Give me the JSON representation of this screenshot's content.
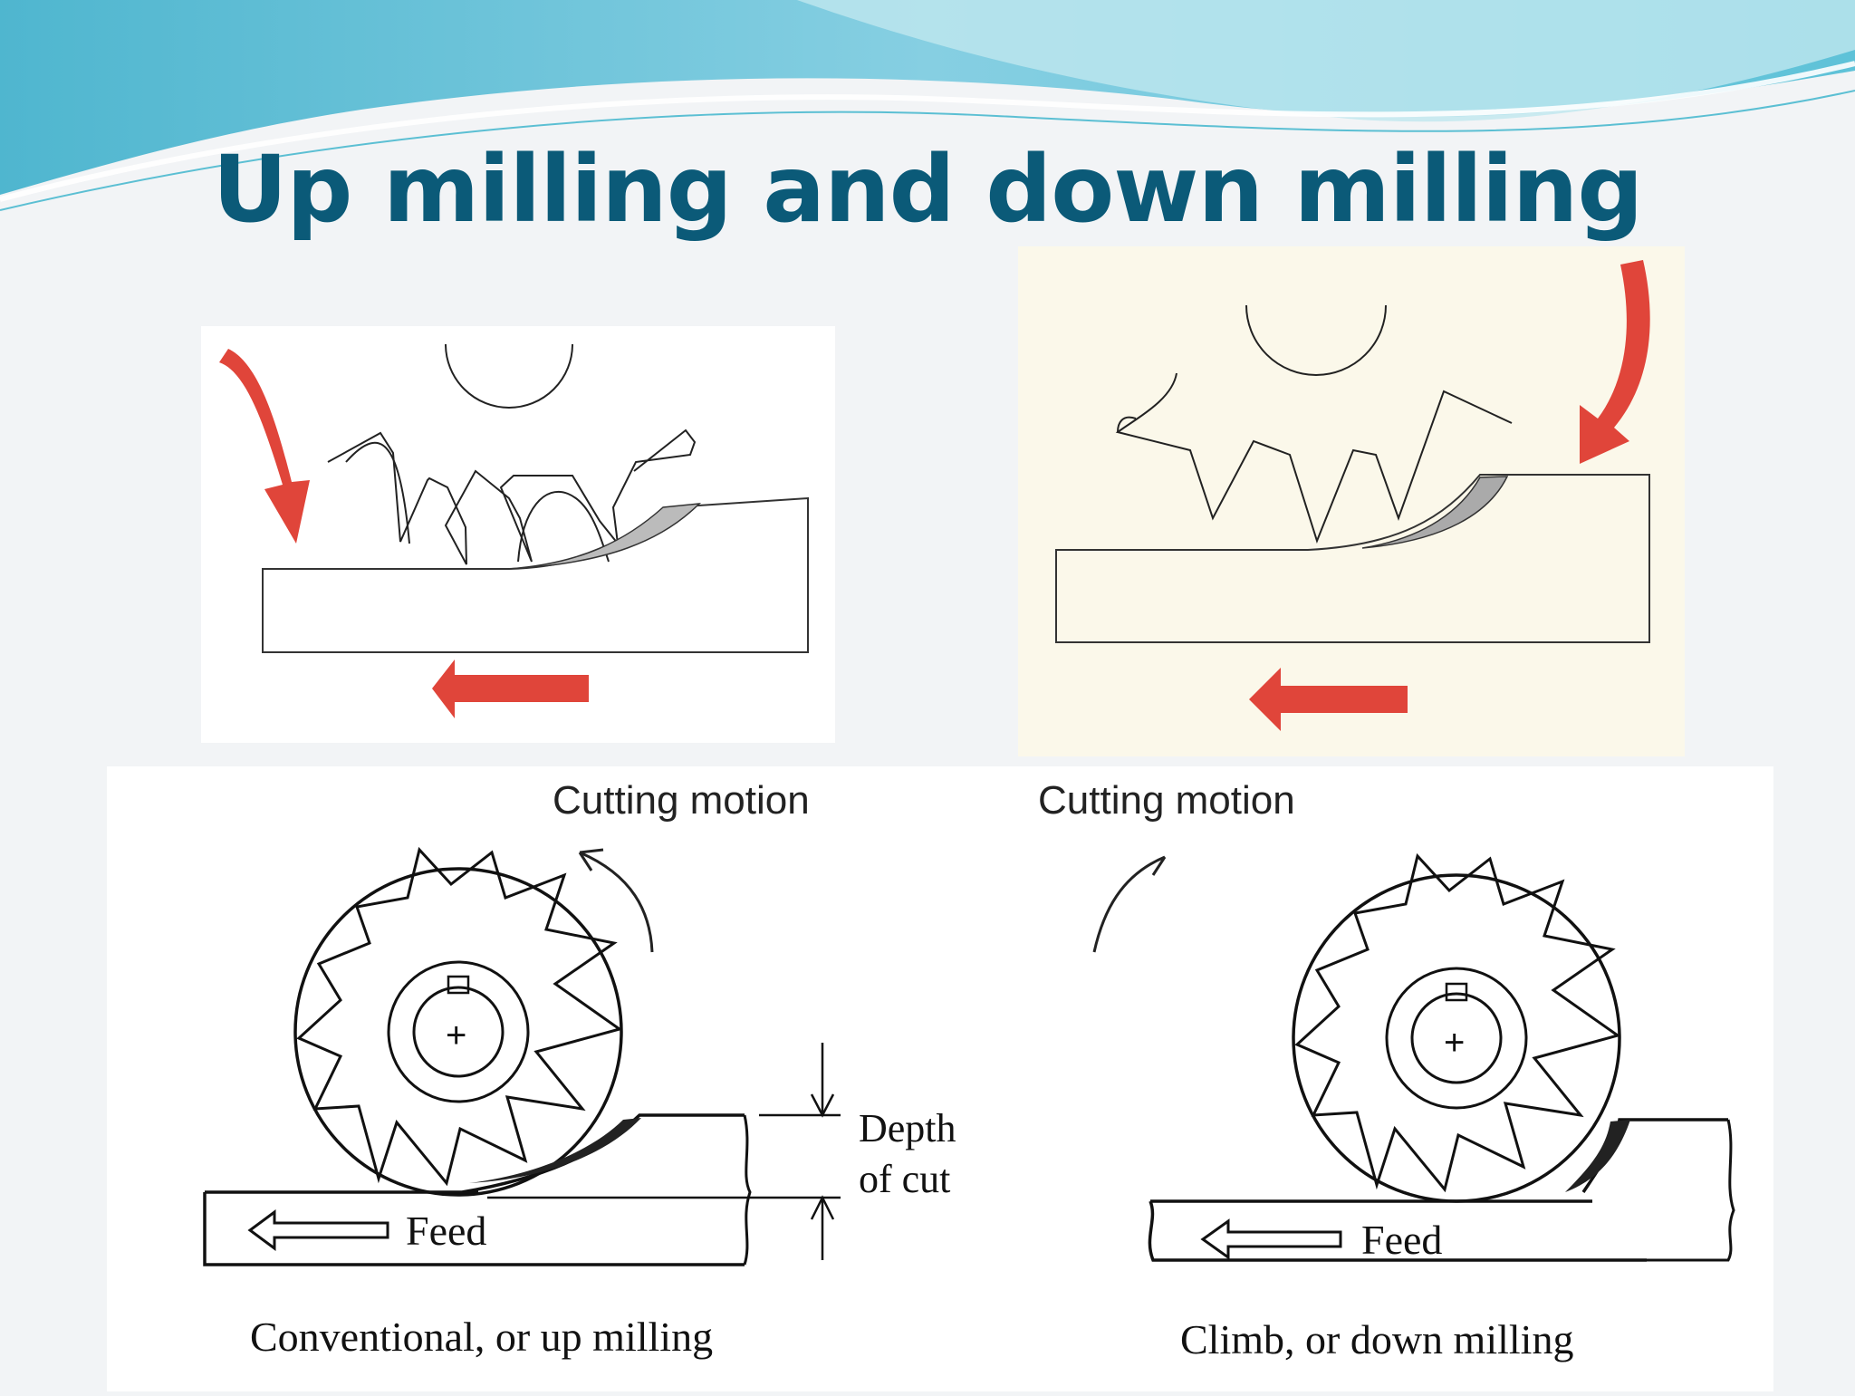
{
  "slide": {
    "title": "Up milling and down milling"
  },
  "diagrams": {
    "conventional": {
      "cutting_motion_label": "Cutting motion",
      "depth_label_line1": "Depth",
      "depth_label_line2": "of cut",
      "feed_label": "Feed",
      "caption": "Conventional, or up milling"
    },
    "climb": {
      "cutting_motion_label": "Cutting motion",
      "feed_label": "Feed",
      "caption": "Climb, or down milling"
    }
  },
  "colors": {
    "title": "#0b5a78",
    "arrow_red": "#e0453a",
    "banner_teal": "#62c3d6"
  }
}
